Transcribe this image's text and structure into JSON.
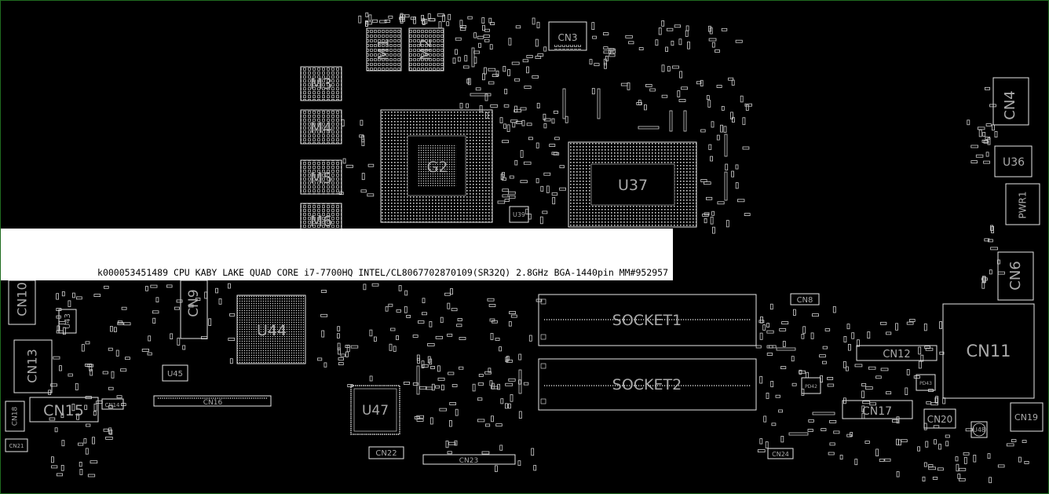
{
  "board": {
    "background": "#000000",
    "outline_color": "#1f6b1f",
    "component_color": "#e6e6e6",
    "label_color": "#a9a9a9"
  },
  "components": {
    "M1": "M1",
    "M2": "M2",
    "M3": "M3",
    "M4": "M4",
    "M5": "M5",
    "M6": "M6",
    "G2": "G2",
    "U37": "U37",
    "U36": "U36",
    "U39": "U39",
    "U43": "U43",
    "U44": "U44",
    "U45": "U45",
    "U47": "U47",
    "U48": "U48",
    "CN3": "CN3",
    "CN4": "CN4",
    "CN6": "CN6",
    "CN8": "CN8",
    "CN9": "CN9",
    "CN10": "CN10",
    "CN11": "CN11",
    "CN12": "CN12",
    "CN13": "CN13",
    "CN14": "CN14",
    "CN15": "CN15",
    "CN16": "CN16",
    "CN17": "CN17",
    "CN18": "CN18",
    "CN19": "CN19",
    "CN20": "CN20",
    "CN21": "CN21",
    "CN22": "CN22",
    "CN23": "CN23",
    "CN24": "CN24",
    "SOCKET1": "SOCKET1",
    "SOCKET2": "SOCKET2",
    "PWR1": "PWR1",
    "PD42": "PD42",
    "PD43": "PD43"
  },
  "info_bar": {
    "text": "k000053451489 CPU KABY LAKE QUAD CORE i7-7700HQ INTEL/CL8067702870109(SR32Q) 2.8GHz BGA-1440pin  MM#952957"
  }
}
